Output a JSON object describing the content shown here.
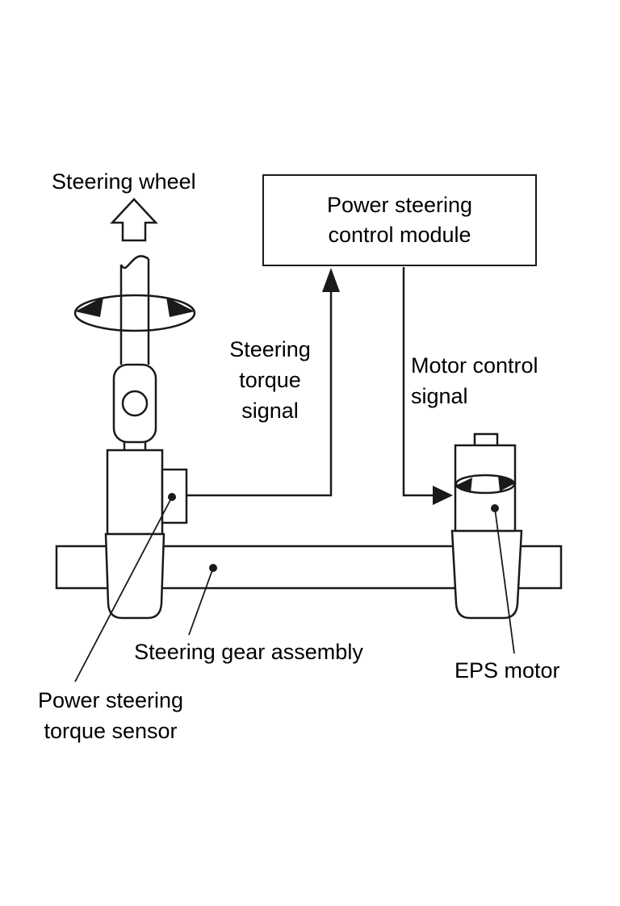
{
  "labels": {
    "steering_wheel": "Steering wheel",
    "control_module": {
      "line1": "Power steering",
      "line2": "control module"
    },
    "torque_signal": {
      "line1": "Steering",
      "line2": "torque",
      "line3": "signal"
    },
    "motor_signal": {
      "line1": "Motor control",
      "line2": "signal"
    },
    "gear_assembly": "Steering gear assembly",
    "torque_sensor": {
      "line1": "Power steering",
      "line2": "torque sensor"
    },
    "eps_motor": "EPS motor"
  },
  "colors": {
    "line": "#1a1a1a",
    "fill": "#ffffff",
    "text": "#000000"
  }
}
